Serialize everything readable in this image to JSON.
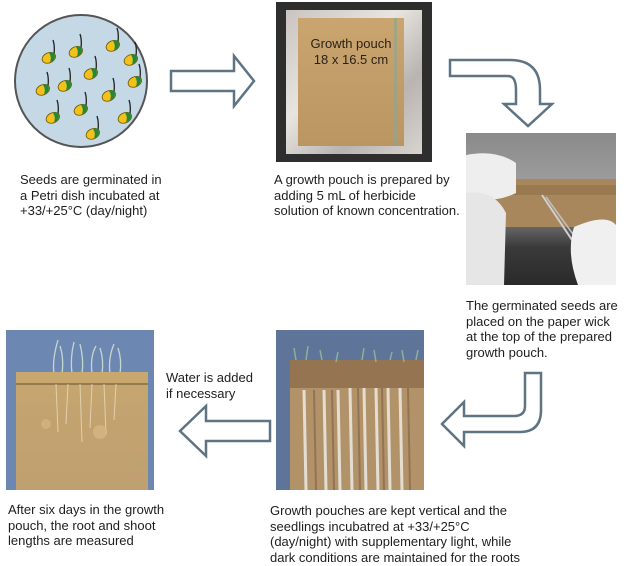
{
  "diagram": {
    "type": "process-flow",
    "steps": [
      {
        "id": "step-1",
        "image": "petri-dish-with-germinating-seeds",
        "caption": "Seeds are germinated in\na Petri dish incubated at\n+33/+25°C (day/night)"
      },
      {
        "id": "step-2",
        "image": "growth-pouch-photo",
        "image_label": "Growth pouch\n18 x 16.5 cm",
        "caption": "A growth pouch is prepared by\nadding 5 mL of herbicide\nsolution of known concentration."
      },
      {
        "id": "step-3",
        "image": "gloved-hands-placing-seeds-with-tweezers",
        "caption": "The germinated seeds are\nplaced on the paper wick\nat the top of the prepared\ngrowth pouch."
      },
      {
        "id": "step-4",
        "image": "vertical-growth-pouches-photo",
        "caption": "Growth pouches are kept vertical and the\nseedlings incubatred at +33/+25°C\n(day/night) with supplementary light, while\ndark conditions are maintained for the roots"
      },
      {
        "id": "step-5",
        "image": "pouch-with-measured-seedlings-photo",
        "caption": "After six days in the growth\npouch, the root and shoot\nlengths are measured"
      }
    ],
    "arrows": [
      {
        "from": "step-1",
        "to": "step-2",
        "direction": "right"
      },
      {
        "from": "step-2",
        "to": "step-3",
        "direction": "right-then-down"
      },
      {
        "from": "step-3",
        "to": "step-4",
        "direction": "down-then-left"
      },
      {
        "from": "step-4",
        "to": "step-5",
        "direction": "left",
        "label": "Water is added\nif necessary"
      }
    ],
    "colors": {
      "arrow_stroke": "#5f7482",
      "petri_fill": "#c5d8e6",
      "petri_stroke": "#555555",
      "seed_yellow": "#f2c21a",
      "seed_green": "#1f8a3a",
      "pouch_paper": "#c6a06a",
      "background_blue": "#6d87b3"
    }
  }
}
